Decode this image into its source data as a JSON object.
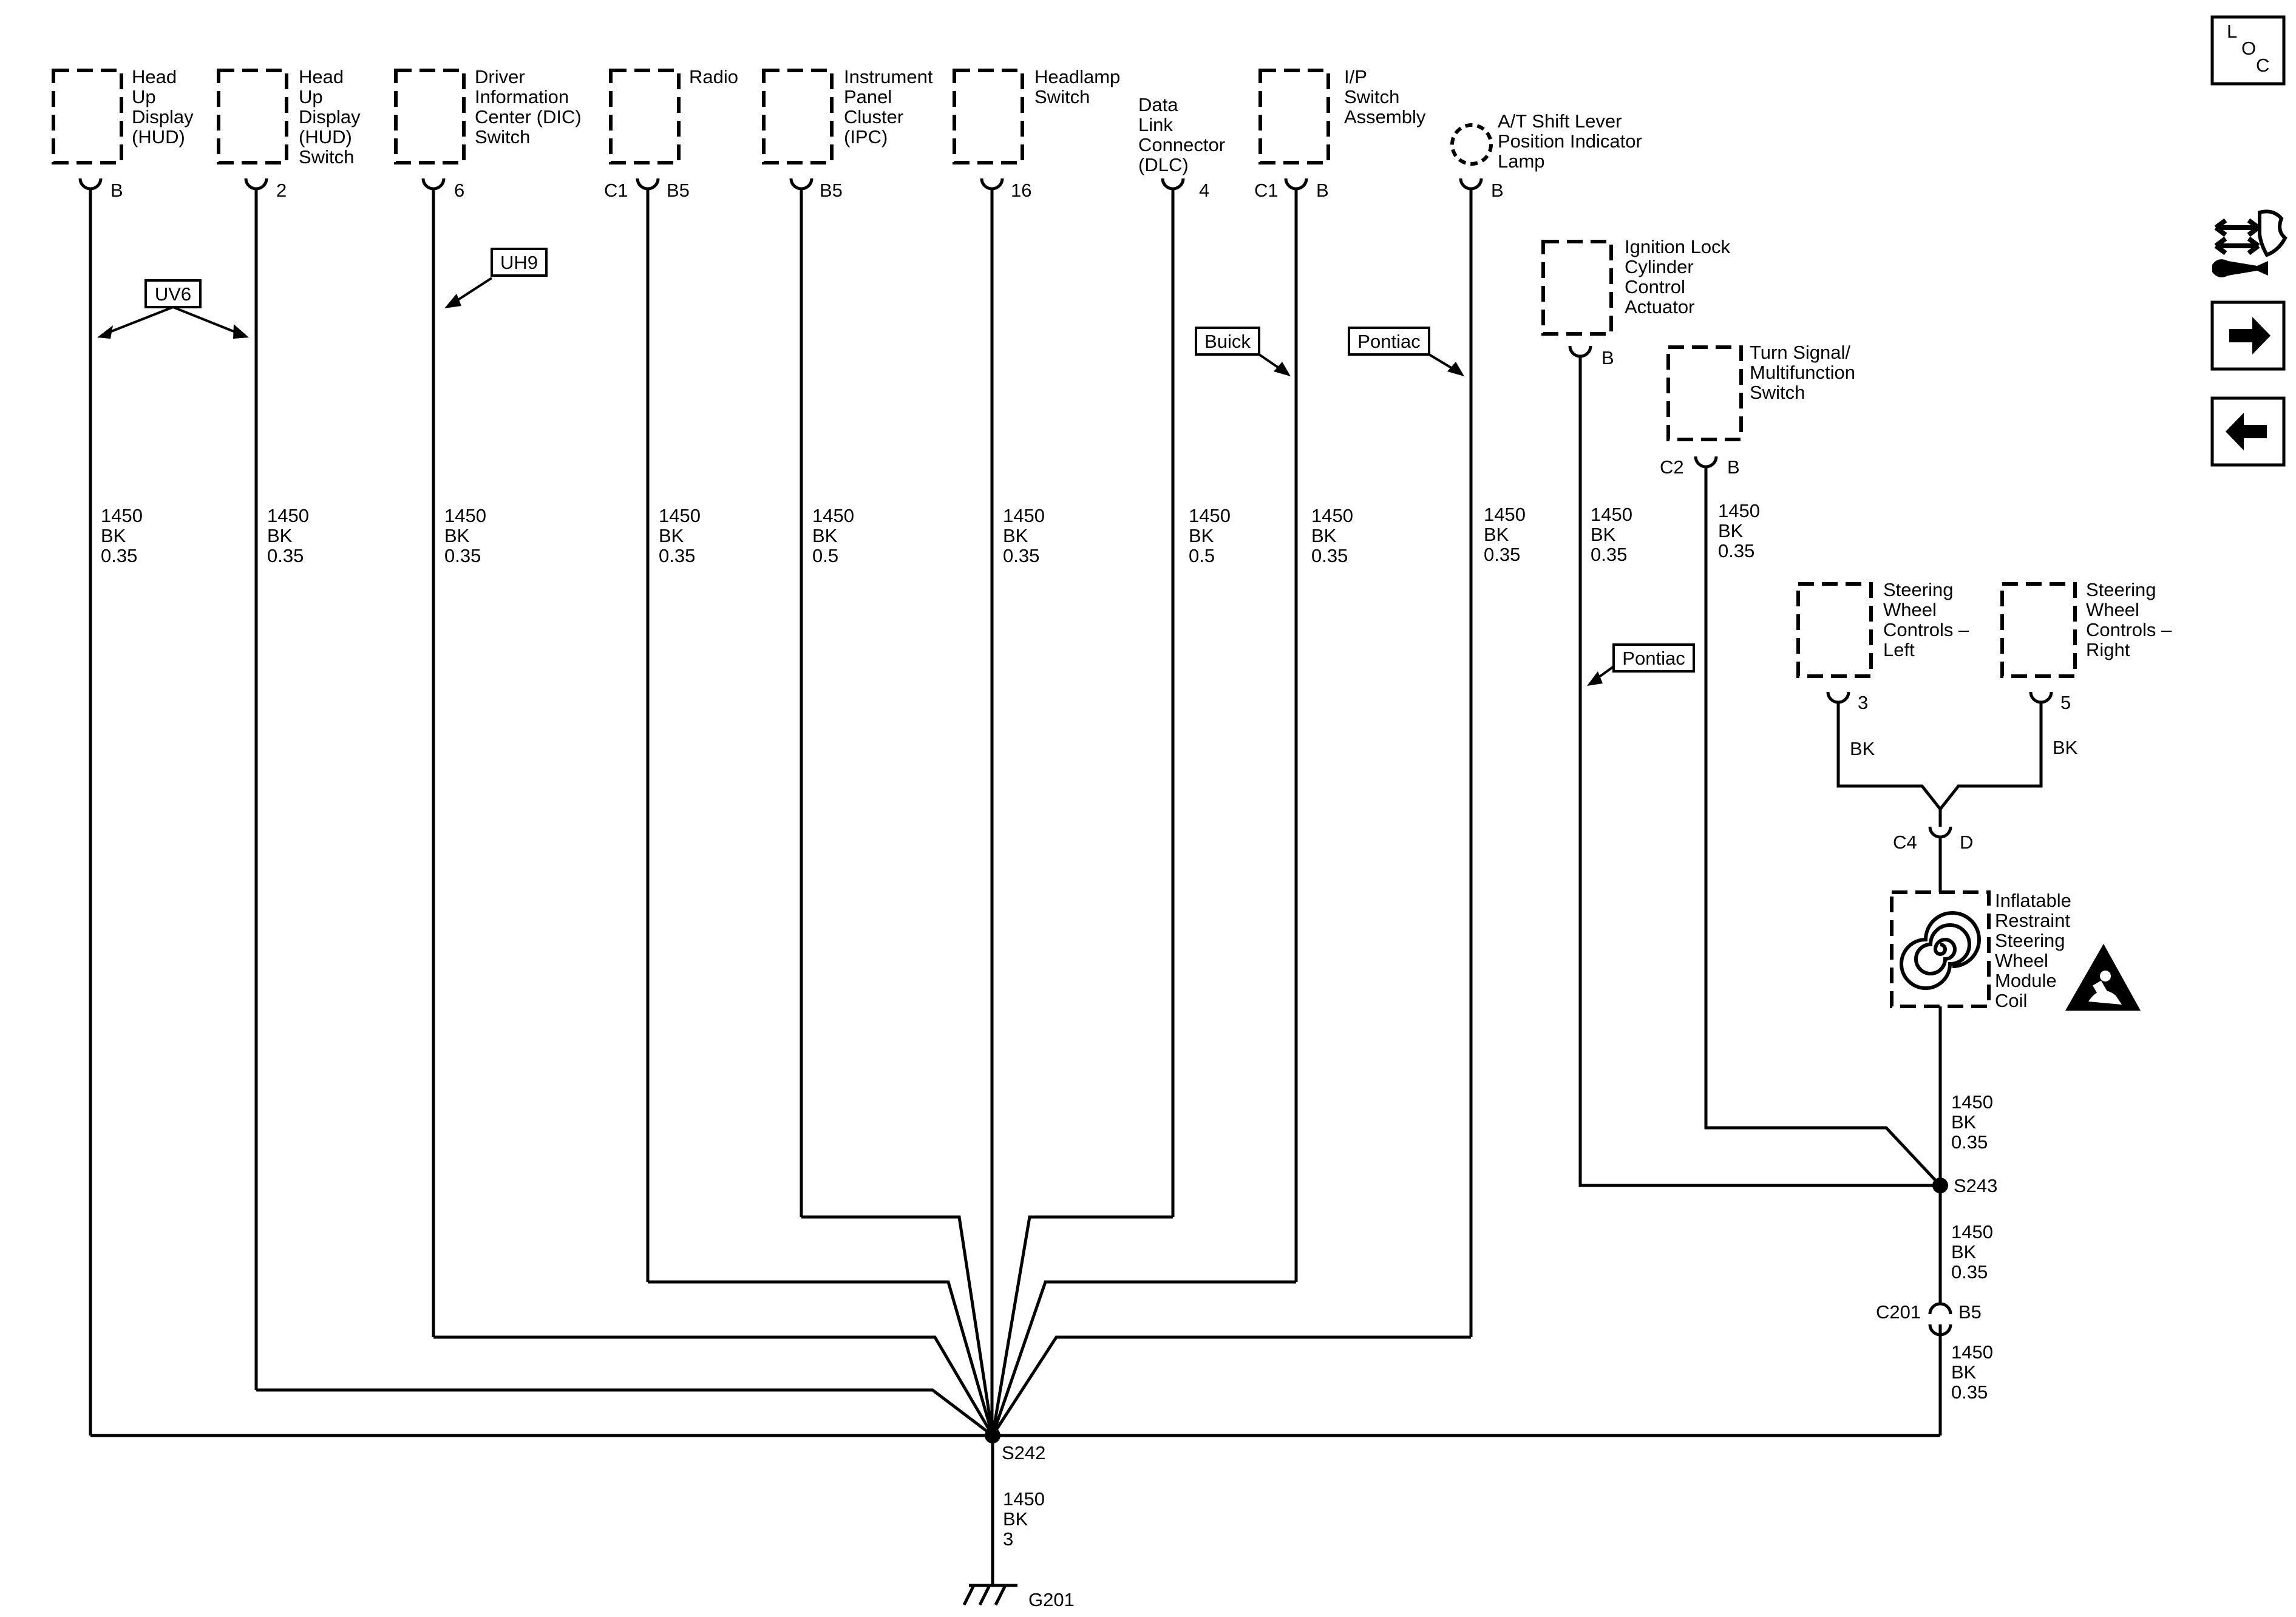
{
  "components": [
    {
      "id": "hud",
      "lines": [
        "Head",
        "Up",
        "Display",
        "(HUD)"
      ],
      "pins": [
        "B"
      ]
    },
    {
      "id": "hud-switch",
      "lines": [
        "Head",
        "Up",
        "Display",
        "(HUD)",
        "Switch"
      ],
      "pins": [
        "2"
      ]
    },
    {
      "id": "dic-switch",
      "lines": [
        "Driver",
        "Information",
        "Center (DIC)",
        "Switch"
      ],
      "pins": [
        "6"
      ]
    },
    {
      "id": "radio",
      "lines": [
        "Radio"
      ],
      "pins": [
        "C1",
        "B5"
      ]
    },
    {
      "id": "ipc",
      "lines": [
        "Instrument",
        "Panel",
        "Cluster",
        "(IPC)"
      ],
      "pins": [
        "B5"
      ]
    },
    {
      "id": "headlamp-switch",
      "lines": [
        "Headlamp",
        "Switch"
      ],
      "pins": [
        "16"
      ]
    },
    {
      "id": "dlc",
      "lines": [
        "Data",
        "Link",
        "Connector",
        "(DLC)"
      ],
      "pins": [
        "4"
      ]
    },
    {
      "id": "ip-switch",
      "lines": [
        "I/P",
        "Switch",
        "Assembly"
      ],
      "pins": [
        "C1",
        "B"
      ]
    },
    {
      "id": "shift-lamp",
      "lines": [
        "A/T Shift Lever",
        "Position Indicator",
        "Lamp"
      ],
      "pins": [
        "B"
      ]
    },
    {
      "id": "ignition-lock",
      "lines": [
        "Ignition Lock",
        "Cylinder",
        "Control",
        "Actuator"
      ],
      "pins": [
        "B"
      ]
    },
    {
      "id": "turn-signal",
      "lines": [
        "Turn Signal/",
        "Multifunction",
        "Switch"
      ],
      "pins": [
        "C2",
        "B"
      ]
    },
    {
      "id": "swc-left",
      "lines": [
        "Steering",
        "Wheel",
        "Controls –",
        "Left"
      ],
      "pins": [
        "3"
      ]
    },
    {
      "id": "swc-right",
      "lines": [
        "Steering",
        "Wheel",
        "Controls –",
        "Right"
      ],
      "pins": [
        "5"
      ]
    },
    {
      "id": "coil",
      "lines": [
        "Inflatable",
        "Restraint",
        "Steering",
        "Wheel",
        "Module",
        "Coil"
      ],
      "pins": [
        "C4",
        "D"
      ]
    }
  ],
  "wire_specs": [
    [
      "1450",
      "BK",
      "0.35"
    ],
    [
      "1450",
      "BK",
      "0.35"
    ],
    [
      "1450",
      "BK",
      "0.35"
    ],
    [
      "1450",
      "BK",
      "0.35"
    ],
    [
      "1450",
      "BK",
      "0.5"
    ],
    [
      "1450",
      "BK",
      "0.35"
    ],
    [
      "1450",
      "BK",
      "0.5"
    ],
    [
      "1450",
      "BK",
      "0.35"
    ],
    [
      "1450",
      "BK",
      "0.35"
    ],
    [
      "1450",
      "BK",
      "0.35"
    ],
    [
      "1450",
      "BK",
      "0.35"
    ],
    [
      "1450",
      "BK",
      "0.35"
    ],
    [
      "1450",
      "BK",
      "0.35"
    ],
    [
      "1450",
      "BK",
      "0.35"
    ],
    [
      "1450",
      "BK",
      "3"
    ]
  ],
  "color_labels": [
    "BK",
    "BK"
  ],
  "option_tags": [
    "UV6",
    "UH9",
    "Buick",
    "Pontiac",
    "Pontiac"
  ],
  "splices": [
    "S242",
    "S243"
  ],
  "inline_connector": {
    "name": "C201",
    "pin": "B5"
  },
  "ground": "G201",
  "nav": {
    "loc_letters": [
      "L",
      "O",
      "C"
    ],
    "buttons": [
      "component-locator",
      "next-page",
      "previous-page"
    ]
  },
  "icons": [
    "spiral-coil-icon",
    "airbag-warning-icon",
    "ground-symbol-icon",
    "wrench-arrows-icon",
    "arrow-right-icon",
    "arrow-left-icon"
  ]
}
